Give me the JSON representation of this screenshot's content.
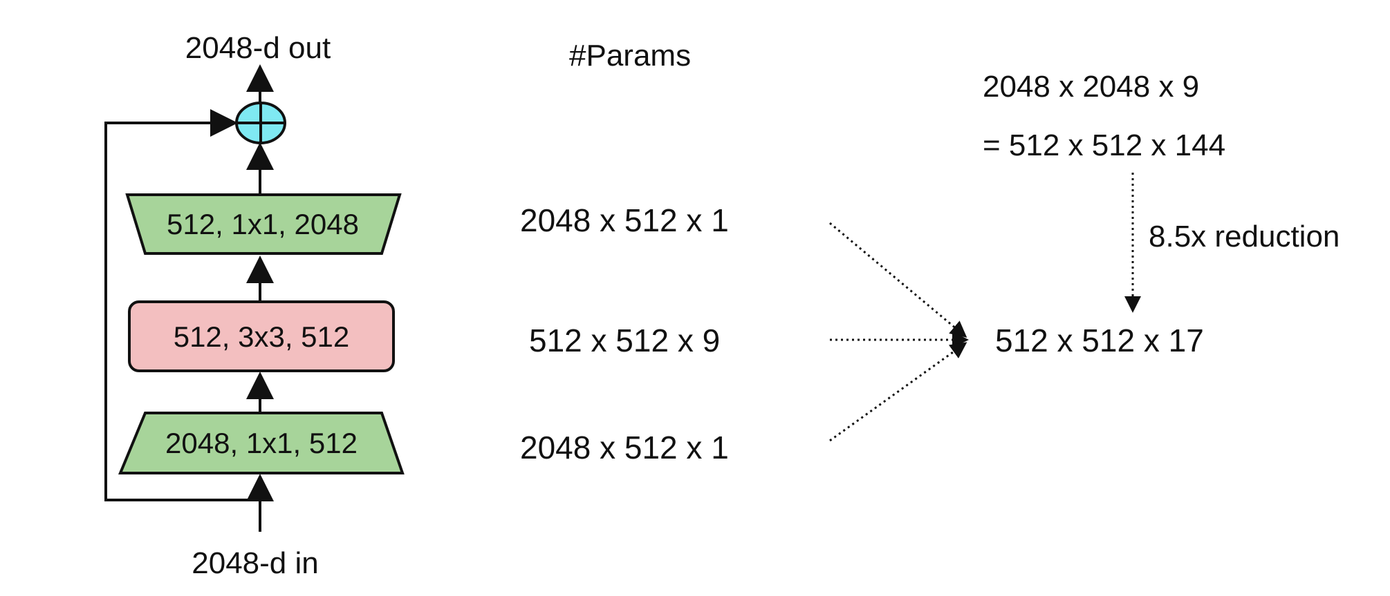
{
  "colors": {
    "background": "#ffffff",
    "line": "#111111",
    "conv1x1_fill": "#a7d49a",
    "conv3x3_fill": "#f3bfc0",
    "sum_fill": "#7fe9f2"
  },
  "block": {
    "output_label": "2048-d out",
    "input_label": "2048-d in",
    "top_layer": "512, 1x1, 2048",
    "middle_layer": "512, 3x3, 512",
    "bottom_layer": "2048, 1x1, 512",
    "sum_icon": "circled-plus-icon"
  },
  "params": {
    "heading": "#Params",
    "top_row": "2048 x 512 x 1",
    "middle_row": "512 x 512 x 9",
    "bottom_row": "2048 x 512 x 1"
  },
  "result": {
    "plain_formula": "2048 x 2048 x 9",
    "plain_equivalent": "= 512 x 512 x 144",
    "reduction_label": "8.5x reduction",
    "bottleneck_total": "512 x 512 x 17"
  }
}
